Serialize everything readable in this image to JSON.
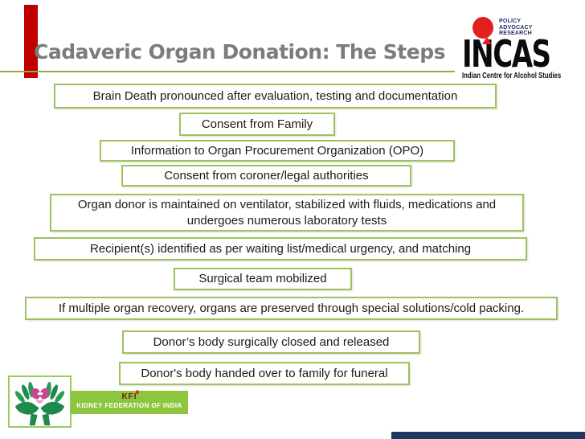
{
  "title": "Cadaveric Organ Donation: The Steps",
  "incas": {
    "tagline": [
      "POLICY",
      "ADVOCACY",
      "RESEARCH"
    ],
    "acronym": "INCAS",
    "name": "Indian Centre for Alcohol Studies"
  },
  "kfi": {
    "acronym": "KFI",
    "name": "KIDNEY FEDERATION OF INDIA"
  },
  "steps": [
    {
      "label": "Brain Death pronounced after evaluation, testing and documentation"
    },
    {
      "label": "Consent from Family"
    },
    {
      "label": "Information to Organ Procurement Organization (OPO)"
    },
    {
      "label": "Consent from coroner/legal authorities"
    },
    {
      "label": "Organ donor is maintained on ventilator, stabilized with fluids, medications and undergoes numerous laboratory tests"
    },
    {
      "label": "Recipient(s) identified as per waiting list/medical urgency, and matching"
    },
    {
      "label": "Surgical team mobilized"
    },
    {
      "label": "If multiple organ recovery, organs  are preserved through special solutions/cold packing."
    },
    {
      "label": "Donor’s body surgically closed and released"
    },
    {
      "label": "Donor's body handed over to family for funeral"
    }
  ],
  "colors": {
    "accent-red": "#C00000",
    "title-gray": "#7C7C7C",
    "underline-olive": "#9AA84F",
    "box-border-green": "#9CC35C",
    "footer-navy": "#1F3864",
    "kfi-green": "#8CC63E",
    "kfi-maroon": "#7D150C",
    "hand-green": "#1E8A4C",
    "kidney-pink": "#C34A8E",
    "incas-red": "#E2201F",
    "incas-navy": "#232E6A"
  }
}
